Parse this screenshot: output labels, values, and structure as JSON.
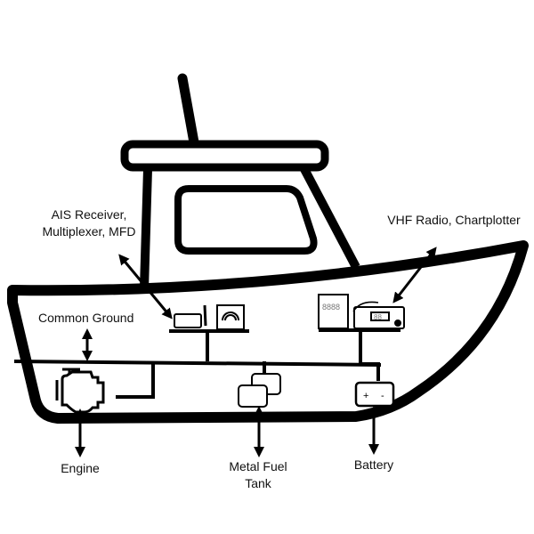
{
  "labels": {
    "ais": "AIS Receiver,",
    "ais2": "Multiplexer, MFD",
    "vhf": "VHF Radio, Chartplotter",
    "ground": "Common Ground",
    "engine": "Engine",
    "tank": "Metal Fuel",
    "tank2": "Tank",
    "battery": "Battery",
    "battery_plus": "+",
    "battery_minus": "-",
    "display_digits": "8888",
    "radio_digits": "88"
  },
  "colors": {
    "line": "#000000",
    "background": "#ffffff"
  }
}
